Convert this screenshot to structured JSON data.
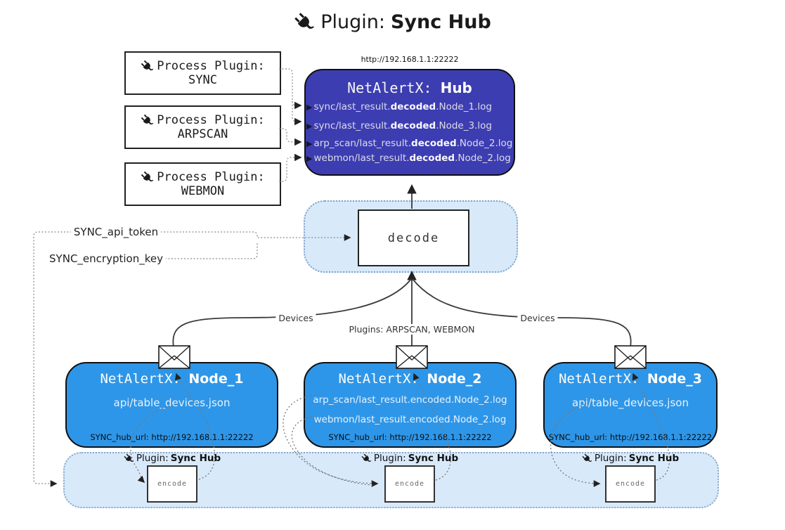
{
  "title": {
    "prefix": "Plugin:",
    "name": "Sync Hub"
  },
  "process_plugins": [
    {
      "label": "Process Plugin:",
      "name": "SYNC"
    },
    {
      "label": "Process Plugin:",
      "name": "ARPSCAN"
    },
    {
      "label": "Process Plugin:",
      "name": "WEBMON"
    }
  ],
  "hub": {
    "url": "http://192.168.1.1:22222",
    "prefix": "NetAlertX:",
    "name": "Hub",
    "lines": [
      {
        "pre": "sync/last_result.",
        "bold": "decoded",
        "post": ".Node_1.log"
      },
      {
        "pre": "sync/last_result.",
        "bold": "decoded",
        "post": ".Node_3.log"
      },
      {
        "pre": "arp_scan/last_result.",
        "bold": "decoded",
        "post": ".Node_2.log"
      },
      {
        "pre": "webmon/last_result.",
        "bold": "decoded",
        "post": ".Node_2.log"
      }
    ]
  },
  "decode": {
    "label": "decode"
  },
  "settings": {
    "api_token": "SYNC_api_token",
    "encryption_key": "SYNC_encryption_key"
  },
  "edge_labels": {
    "devices_left": "Devices",
    "plugins_center": "Plugins: ARPSCAN, WEBMON",
    "devices_right": "Devices"
  },
  "nodes": [
    {
      "prefix": "NetAlertX:",
      "name": "Node_1",
      "lines": [
        "api/table_devices.json"
      ],
      "hub_url": "SYNC_hub_url: http://192.168.1.1:22222"
    },
    {
      "prefix": "NetAlertX:",
      "name": "Node_2",
      "lines": [
        "arp_scan/last_result.encoded.Node_2.log",
        "webmon/last_result.encoded.Node_2.log"
      ],
      "hub_url": "SYNC_hub_url: http://192.168.1.1:22222"
    },
    {
      "prefix": "NetAlertX:",
      "name": "Node_3",
      "lines": [
        "api/table_devices.json"
      ],
      "hub_url": "SYNC_hub_url: http://192.168.1.1:22222"
    }
  ],
  "encoders": [
    {
      "prefix": "Plugin:",
      "name": "Sync Hub",
      "label": "encode"
    },
    {
      "prefix": "Plugin:",
      "name": "Sync Hub",
      "label": "encode"
    },
    {
      "prefix": "Plugin:",
      "name": "Sync Hub",
      "label": "encode"
    }
  ],
  "icons": {
    "plug": "power-plug",
    "envelope": "envelope",
    "line_arrow": "▶"
  },
  "colors": {
    "hub_bg": "#3d3db2",
    "node_bg": "#2e96e8",
    "container_bg": "#d8e9fa",
    "container_border": "#7fa3c9",
    "solid_line": "#3b3b3b",
    "dotted_line": "#8a8a8a"
  }
}
